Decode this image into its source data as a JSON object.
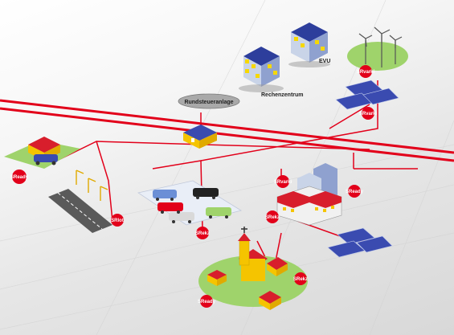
{
  "labels": {
    "rundsteuer": "Rundsteueranlage",
    "rechenzentrum": "Rechenzentrum",
    "evu": "EVU"
  },
  "badges": {
    "sready_house": "SReady",
    "svarki_wind": "SRvarki",
    "svarki_solar": "SRvarki",
    "sready_street": "SRlot",
    "srekz_parking": "SRekz",
    "svarki_city": "SRvarki",
    "sready_city": "SReady",
    "srekz_city": "SRekz",
    "srekz_village": "SRekz",
    "sready_village": "SReady"
  },
  "colors": {
    "accent": "#e2001a",
    "line": "#e2001a",
    "house_roof": "#d81e2c",
    "house_wall": "#f5c400",
    "grass": "#9fd36b"
  }
}
